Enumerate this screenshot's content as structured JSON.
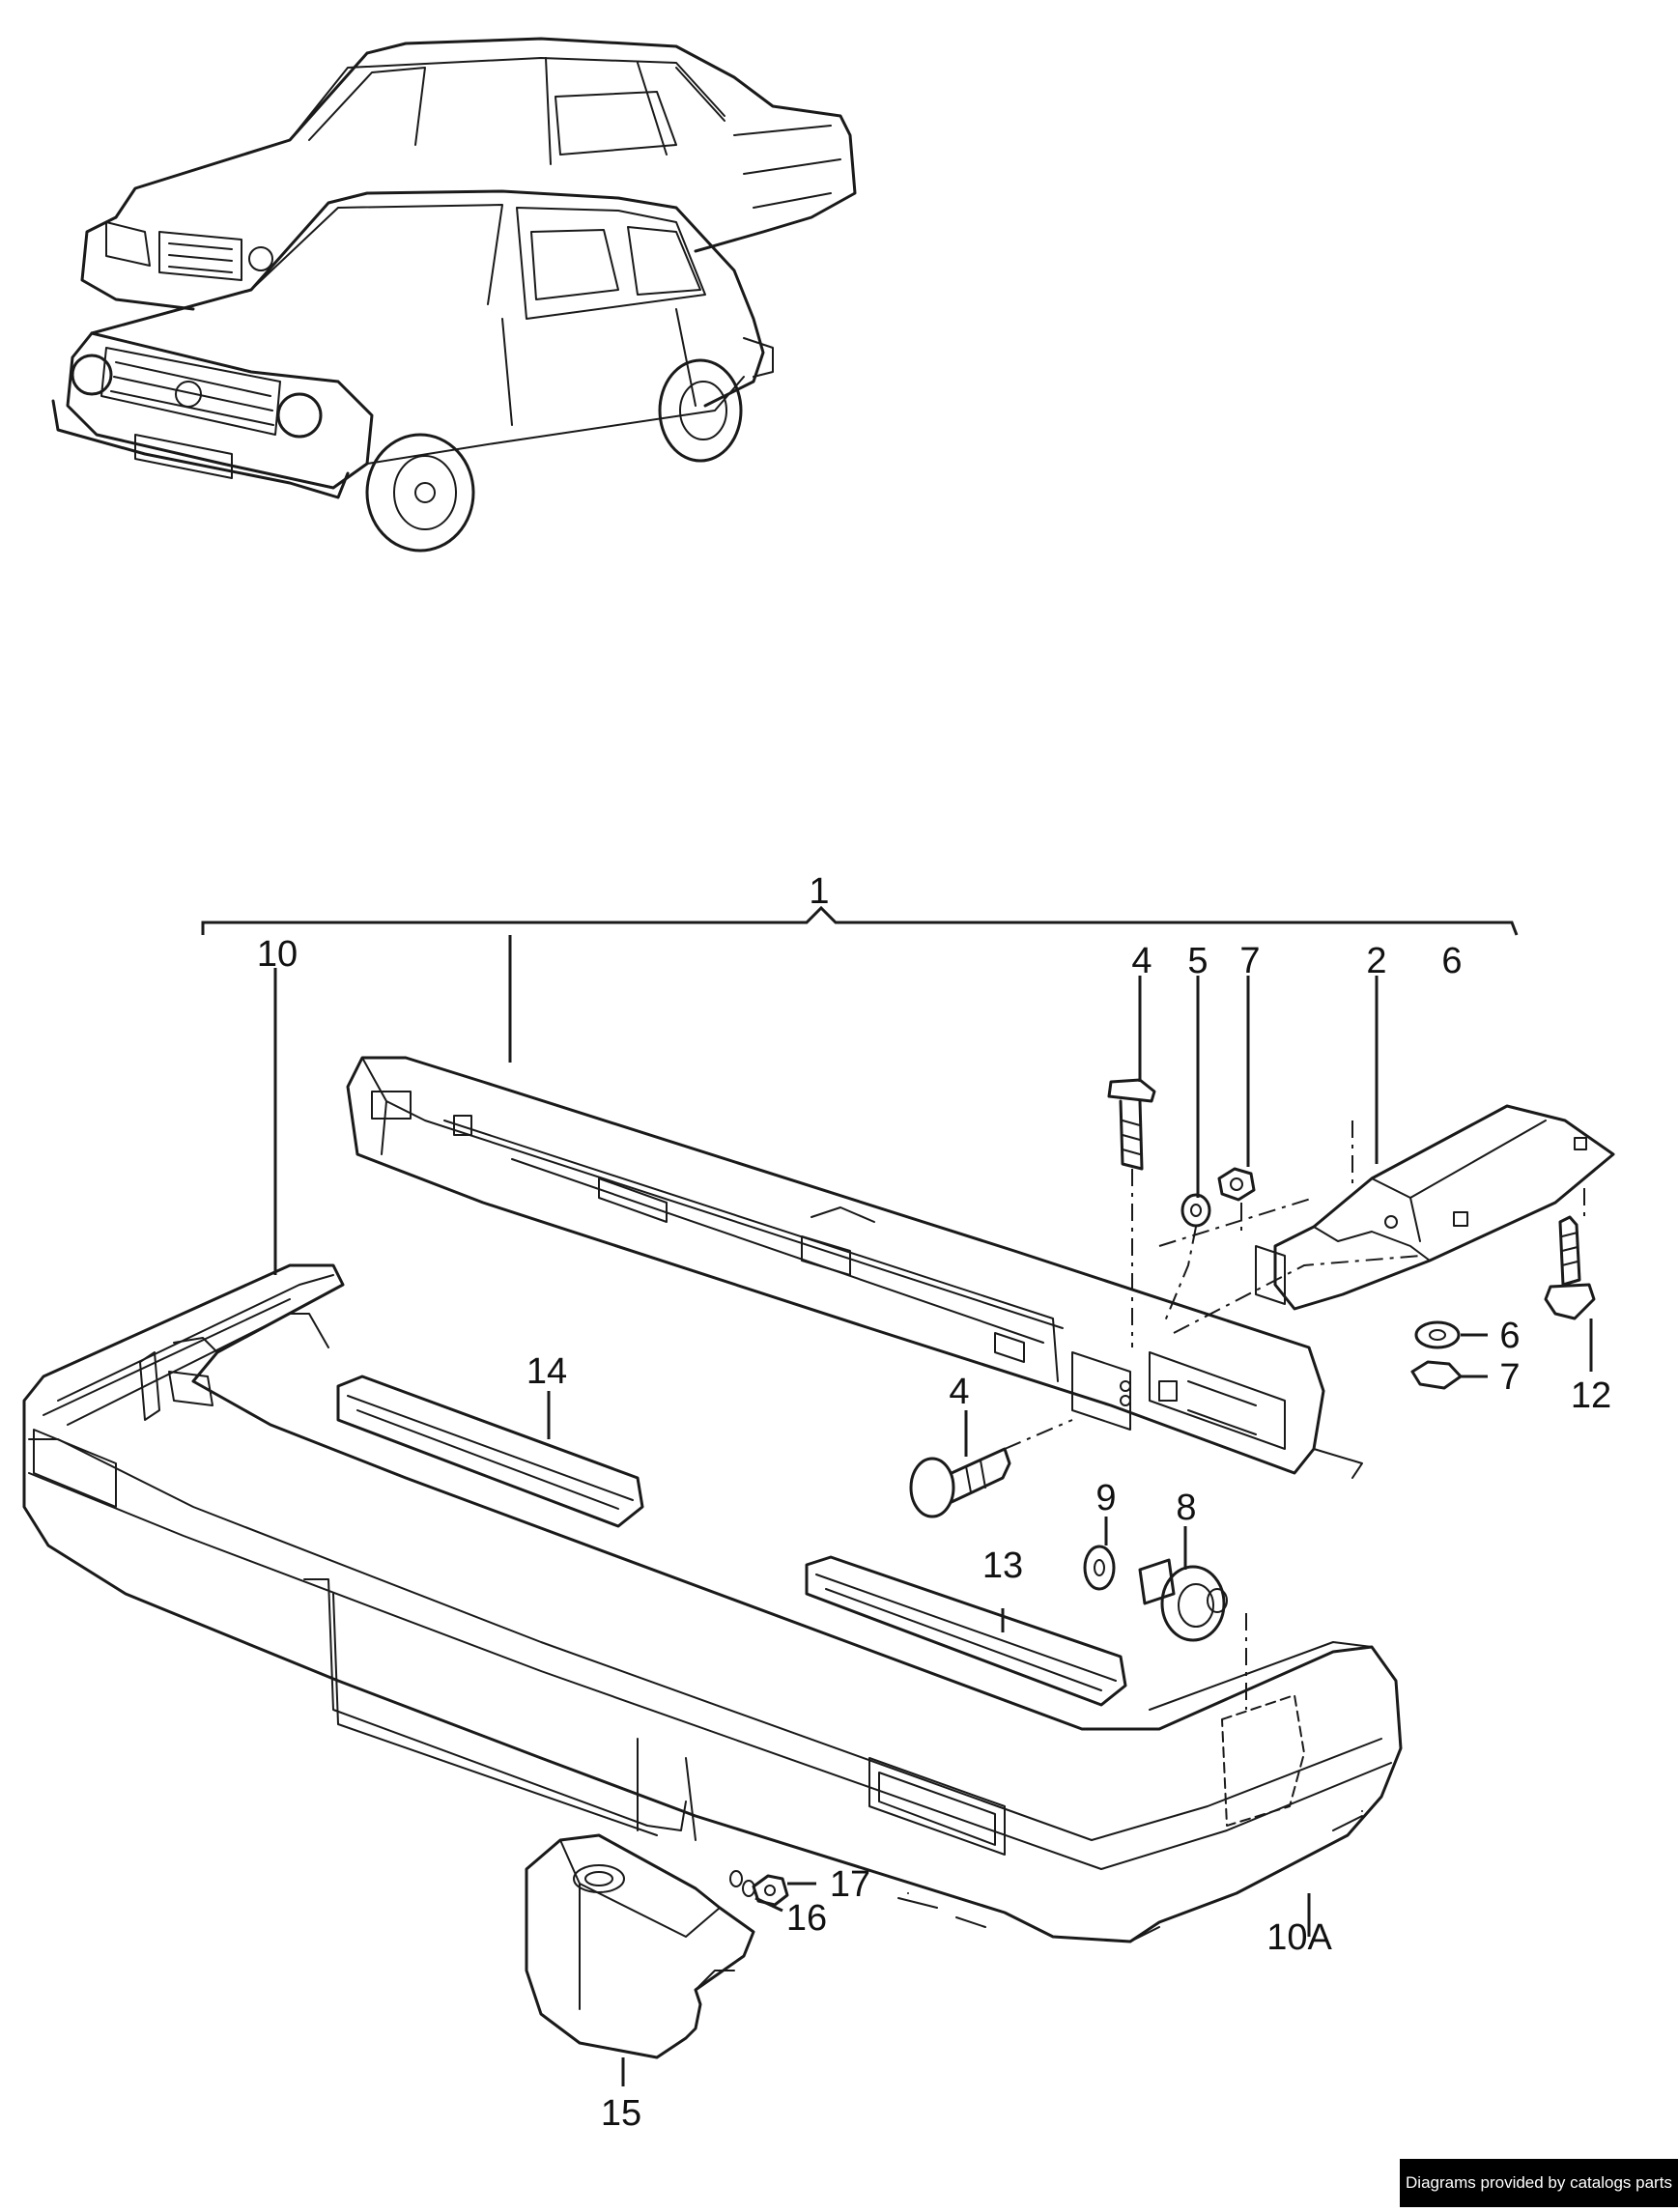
{
  "callouts": {
    "c1": "1",
    "c10": "10",
    "c4a": "4",
    "c5": "5",
    "c7a": "7",
    "c2": "2",
    "c6a": "6",
    "c6b": "6",
    "c7b": "7",
    "c12": "12",
    "c14": "14",
    "c4b": "4",
    "c9": "9",
    "c8": "8",
    "c13": "13",
    "c17": "17",
    "c16": "16",
    "c10A": "10A",
    "c15": "15"
  },
  "footer": {
    "credit": "Diagrams provided by catalogs parts"
  }
}
